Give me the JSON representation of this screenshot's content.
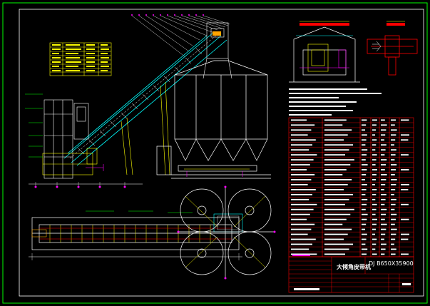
{
  "title_block": {
    "model_label": "DJ B650X35900",
    "title_cn": "大倾角皮带机"
  },
  "colors": {
    "background": "#000000",
    "frame": "#00ff00",
    "structure": "#ffffff",
    "conveyor": "#00ffff",
    "parts_table": "#ff0000",
    "yellow": "#ffff00",
    "magenta": "#ff00ff",
    "orange": "#ffa500"
  },
  "views": [
    "side-elevation",
    "plan-view",
    "section-view",
    "detail-view",
    "parameter-table",
    "bill-of-materials"
  ]
}
